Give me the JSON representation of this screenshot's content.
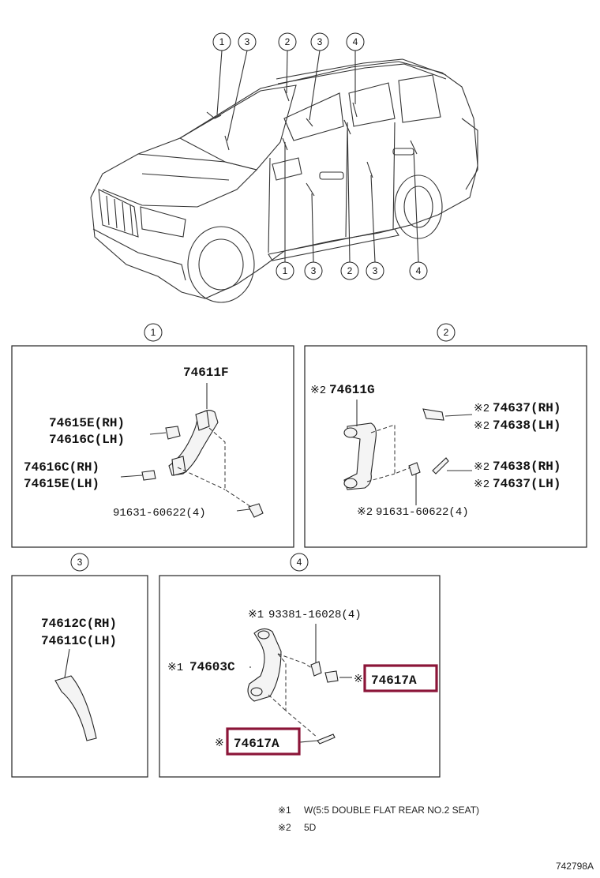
{
  "callouts": {
    "top": [
      "1",
      "3",
      "2",
      "3",
      "4"
    ],
    "bottom": [
      "1",
      "3",
      "2",
      "3",
      "4"
    ]
  },
  "panel1": {
    "index": "1",
    "part_a": "74611F",
    "part_b_rh": "74615E(RH)",
    "part_b_lh": "74616C(LH)",
    "part_c_rh": "74616C(RH)",
    "part_c_lh": "74615E(LH)",
    "bolt": "91631-60622(4)"
  },
  "panel2": {
    "index": "2",
    "mark": "※2",
    "part_a": "74611G",
    "part_b_rh": "74637(RH)",
    "part_b_lh": "74638(LH)",
    "part_c_rh": "74638(RH)",
    "part_c_lh": "74637(LH)",
    "bolt": "91631-60622(4)"
  },
  "panel3": {
    "index": "3",
    "part_rh": "74612C(RH)",
    "part_lh": "74611C(LH)"
  },
  "panel4": {
    "index": "4",
    "mark1": "※1",
    "mark": "※",
    "screw": "93381-16028(4)",
    "handle": "74603C",
    "cap_upper": "74617A",
    "cap_lower": "74617A"
  },
  "notes": {
    "n1_mark": "※1",
    "n1_text": "W(5:5 DOUBLE FLAT REAR NO.2 SEAT)",
    "n2_mark": "※2",
    "n2_text": "5D"
  },
  "ref_code": "742798A",
  "colors": {
    "highlight": "#8b1538"
  }
}
